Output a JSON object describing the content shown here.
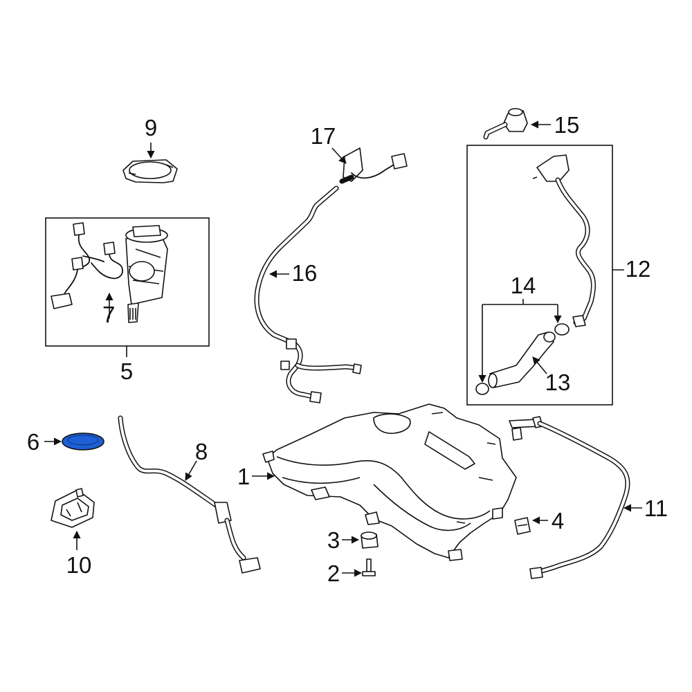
{
  "diagram": {
    "highlight_color": "#1e5fd6",
    "line_color": "#111111",
    "highlighted_part": "6",
    "callouts": {
      "c1": "1",
      "c2": "2",
      "c3": "3",
      "c4": "4",
      "c5": "5",
      "c6": "6",
      "c7": "7",
      "c8": "8",
      "c9": "9",
      "c10": "10",
      "c11": "11",
      "c12": "12",
      "c13": "13",
      "c14": "14",
      "c15": "15",
      "c16": "16",
      "c17": "17"
    }
  }
}
